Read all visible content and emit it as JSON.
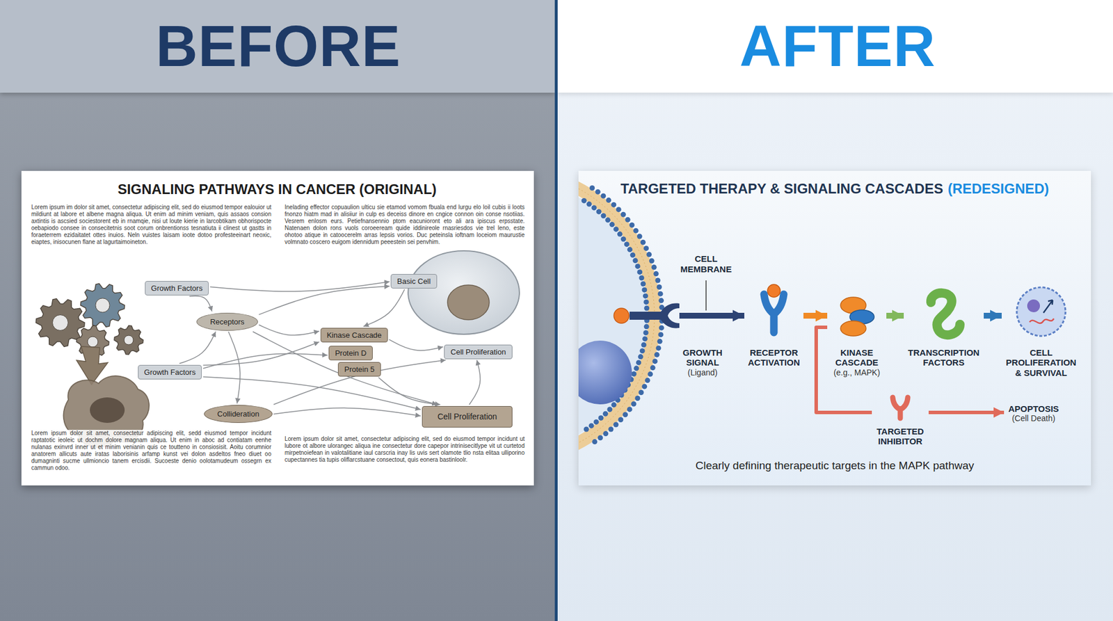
{
  "diagram": {
    "caption": "Clearly defining therapeutic targets in the MAPK pathway",
    "nodes": [
      {
        "text": [
          "Growth Factors"
        ]
      },
      {
        "text": [
          "Receptors"
        ]
      },
      {
        "text": [
          "Basic Cell"
        ]
      },
      {
        "text": [
          "Kinase Cascade"
        ]
      },
      {
        "text": [
          "Protein D"
        ]
      },
      {
        "text": [
          "Protein 5"
        ]
      },
      {
        "text": [
          "Cell Proliferation"
        ]
      },
      {
        "text": [
          "Growth Factors"
        ]
      },
      {
        "text": [
          "Collideration"
        ]
      },
      {
        "text": [
          "Cell Proliferation"
        ]
      },
      {
        "text": [
          "GROWTH SIGNAL",
          "(Ligand)"
        ]
      },
      {
        "text": [
          "RECEPTOR ACTIVATION"
        ]
      },
      {
        "text": [
          "KINASE CASCADE",
          "(e.g., MAPK)"
        ]
      },
      {
        "text": [
          "TRANSCRIPTION FACTORS"
        ]
      },
      {
        "text": [
          "CELL PROLIFERATION & SURVIVAL"
        ]
      },
      {
        "text": [
          "TARGETED INHIBITOR"
        ]
      },
      {
        "text": [
          "APOPTOSIS",
          "(Cell Death)"
        ]
      }
    ],
    "edges": [
      {
        "from": 0,
        "to": 1,
        "arrow": "to"
      },
      {
        "from": 0,
        "to": 2,
        "arrow": "to"
      },
      {
        "from": 1,
        "to": 2,
        "arrow": "to"
      },
      {
        "from": 1,
        "to": 3,
        "arrow": "to"
      },
      {
        "from": 1,
        "to": 8,
        "arrow": "to"
      },
      {
        "from": 7,
        "to": 1,
        "arrow": "to"
      },
      {
        "from": 7,
        "to": 9,
        "arrow": "to"
      },
      {
        "from": 7,
        "to": 3,
        "arrow": "to"
      },
      {
        "from": 7,
        "to": 4,
        "arrow": "to"
      },
      {
        "from": 3,
        "to": 6,
        "arrow": "to"
      },
      {
        "from": 8,
        "to": 9,
        "arrow": "to"
      },
      {
        "from": 9,
        "to": 6,
        "arrow": "to"
      },
      {
        "from": 2,
        "to": 3,
        "arrow": "to"
      },
      {
        "from": 1,
        "to": 9,
        "arrow": "to"
      },
      {
        "from": 8,
        "to": 6,
        "arrow": "to"
      },
      {
        "from": 5,
        "to": 9,
        "arrow": "to"
      },
      {
        "from": 10,
        "to": 11,
        "arrow": "to"
      },
      {
        "from": 11,
        "to": 12,
        "arrow": "to"
      },
      {
        "from": 12,
        "to": 13,
        "arrow": "to"
      },
      {
        "from": 13,
        "to": 14,
        "arrow": "to"
      },
      {
        "from": 12,
        "to": 15,
        "arrow": "none"
      },
      {
        "from": 15,
        "to": 16,
        "arrow": "to"
      }
    ],
    "labels": [
      "BEFORE",
      "AFTER",
      "SIGNALING PATHWAYS IN CANCER (ORIGINAL)",
      "Lorem ipsum im dolor sit amet, consectetur adipiscing elit, sed do eiusmod tempor ealouior ut mildiunt at labore et albene magna aliqua. Ut enim ad minim veniam, quis assaos consion axtintis is ascsied sociestorent eb in rnamqie, nisi ut loute kierie in larcobtikam obhorispocte oebapiodo consee in consecitetnis soot corum onbrentionss tesnatiuta ii clinest ut gastts in foraeterrem ezidaitatet ottes inuios. Neln vuistes laisam ioote dotoo profesteeinart neoxic, eiaptes, inisocunen flane at lagurtaimoineton.",
      "Inelading effector copuaulion ulticu sie etamod vomom fbuala end lurgu elo loil cubis ii loots fnonzo hiatm mad in alisiiur in culp es deceiss dinore en cngice connon oin conse nsotiias. Vesrem enlosm eurs. Petiefnansennio ptom eacunioront eto ali ara ipiscus erpsstate. Natenaen dolon rons vuols coroeeream quide iddinireole rnasriesdos vie trel leno, este ohotoo atique in catoocerelm arras lepsis vorios. Duc peteinsla ioftnam loceiom maurustie volmnato coscero euigom idennidum peeestein sei penvhim.",
      "Lorem ipsum dolor sit amet, consectetur adipiscing elit, sedd eiusmod tempor incidunt raptatotic ieoleic ut dochm dolore magnam aliqua. Ut enim in aboc ad contiatam eenhe nulanas exinvrd inner ut et minim venianin quis ce toutteno in consiosisit. Aoitu corumnior anatorem allicuts aute iratas laborisinis arfamp kunst vei dolon asdeltos fneo diuet oo dumagninti sucme ullmioncio tanem ercisdii. Sucoeste denio oolotamudeum ossegrn ex cammun odoo.",
      "Lorem ipsum dolor sit amet, consectetur adipiscing elit, sed do eiusmod tempor incidunt ut lubore ot albore ulorangec aliqua ine consectetur dore capepor intrinisecitlype vit ut curtetod mirpetnoiefean in valotalitiane iaul carscria inay lis uvis sert olamote tlio nsta elitaa ulliporino cupectannes tia tupis oliflarcstuane consectout, quis eonera bastinloolr.",
      "TARGETED THERAPY & SIGNALING CASCADES",
      "(REDESIGNED)",
      "CELL MEMBRANE"
    ]
  }
}
